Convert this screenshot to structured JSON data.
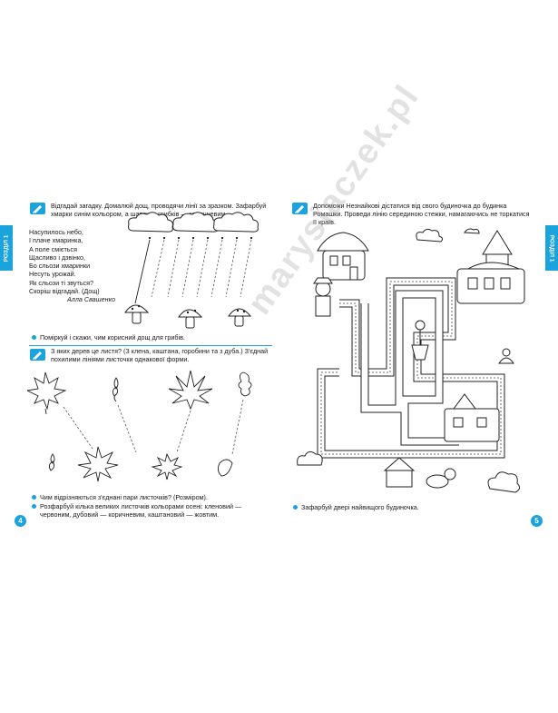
{
  "left_page": {
    "side_tab": "РОЗДІЛ 1",
    "task1": {
      "text_line1": "Відгадай загадку. Домалюй дощ, проводячи лінії за зразком. Зафарбуй",
      "text_line2": "хмарки синім кольором, а шапочки грибків — коричневим."
    },
    "poem": {
      "lines": [
        "Насупилось небо,",
        "І плаче хмаринка,",
        "А поле сміється",
        "Щасливо і дзвінко,",
        "Бо сльози хмаринки",
        "Несуть урожай.",
        "Як сльози ті звуться?",
        "Скоріш відгадай. (Дощ)"
      ],
      "author": "Алла Свашенко"
    },
    "task1_bullet": "Поміркуй і скажи, чим корисний дощ для грибів.",
    "task2": {
      "text_line1": "З яких дерев це листя? (З клена, каштана, горобини та з дуба.) З'єднай",
      "text_line2": "похилими лініями листочки однакової форми."
    },
    "task2_bullets": [
      "Чим відрізняються з'єднані пари листочків? (Розміром).",
      "Розфарбуй кілька великих листочків кольорами осені: кленовий —",
      "червоним, дубовий — коричневим, каштановий — жовтим."
    ],
    "page_number": "4"
  },
  "right_page": {
    "side_tab": "РОЗДІЛ 1",
    "task": {
      "text_line1": "Допоможи Незнайкові дістатися від свого будиночка до будинка",
      "text_line2": "Ромашки. Проведи лінію серединою стежки, намагаючись не торкатися",
      "text_line3": "її країв."
    },
    "bullet": "Зафарбуй двері найвищого будиночка.",
    "page_number": "5"
  },
  "watermark": "marysiaczek.pl",
  "colors": {
    "accent": "#1aa3dd",
    "ink": "#1a1a1a",
    "watermark": "#969696"
  }
}
